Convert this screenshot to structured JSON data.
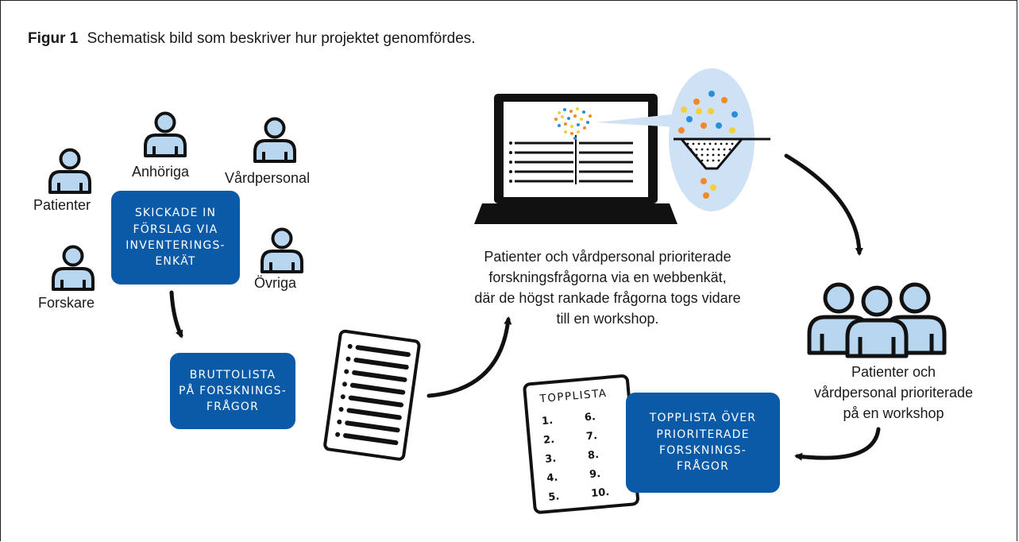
{
  "caption": {
    "label": "Figur 1",
    "text": "Schematisk bild som beskriver hur projektet genomfördes."
  },
  "people": {
    "patienter": "Patienter",
    "anhoriga": "Anhöriga",
    "vardpersonal": "Vårdpersonal",
    "forskare": "Forskare",
    "ovriga": "Övriga"
  },
  "boxes": {
    "skickade": "SKICKADE IN\nFÖRSLAG VIA\nINVENTERINGS-\nENKÄT",
    "bruttolista": "BRUTTOLISTA\nPÅ FORSKNINGS-\nFRÅGOR",
    "topplista": "TOPPLISTA ÖVER\nPRIORITERADE\nFORSKNINGS-\nFRÅGOR"
  },
  "center_text": "Patienter och vårdpersonal prioriterade\nforskningsfrågorna via en webbenkät,\ndär de högst rankade frågorna togs vidare\ntill en workshop.",
  "workshop_text": "Patienter och\nvårdpersonal prioriterade\npå en workshop",
  "toplist": {
    "title": "TOPPLISTA",
    "items": [
      "1.",
      "2.",
      "3.",
      "4.",
      "5.",
      "6.",
      "7.",
      "8.",
      "9.",
      "10."
    ]
  },
  "colors": {
    "box_blue": "#0a5aa8",
    "person_fill": "#b8d6f0",
    "funnel_bg": "#cfe2f5",
    "dot_orange": "#f08a24",
    "dot_yellow": "#f2d03a",
    "dot_blue": "#2a8fd6"
  }
}
